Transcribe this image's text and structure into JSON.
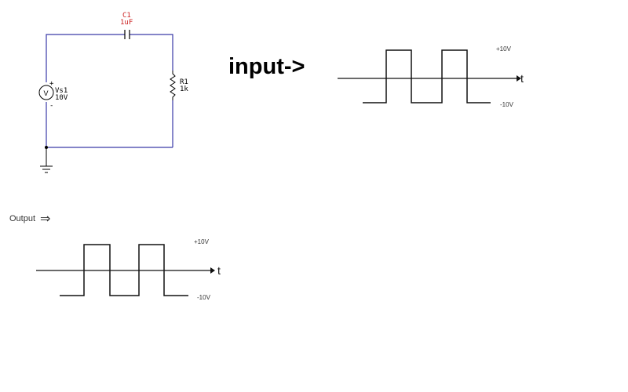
{
  "circuit": {
    "capacitor": {
      "name": "C1",
      "value": "1uF"
    },
    "resistor": {
      "name": "R1",
      "value": "1k"
    },
    "source": {
      "name": "Vs1",
      "value": "10V",
      "symbol": "V",
      "plus": "+",
      "minus": "-"
    }
  },
  "input_label": "input->",
  "output_label": "Output",
  "output_arrow": "⇒",
  "input_waveform": {
    "high_label": "+10V",
    "low_label": "-10V",
    "axis_label": "t"
  },
  "output_waveform": {
    "high_label": "+10V",
    "low_label": "-10V",
    "axis_label": "t"
  },
  "colors": {
    "wire": "#3a3aa8",
    "capacitor_label": "#cc2222",
    "component": "#000000",
    "waveform": "#111111"
  }
}
